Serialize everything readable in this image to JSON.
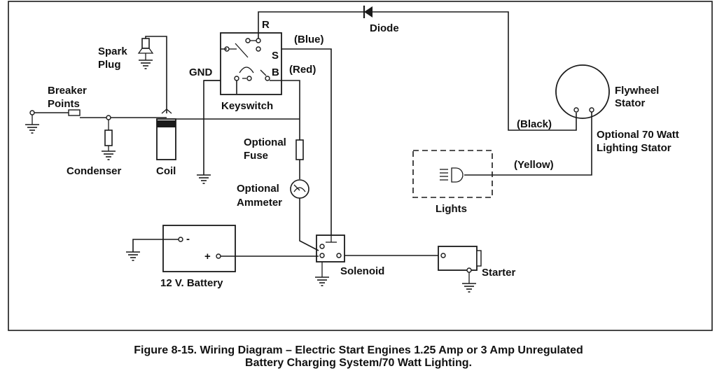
{
  "labels": {
    "diode": "Diode",
    "r": "R",
    "s": "S",
    "b": "B",
    "blue": "(Blue)",
    "red": "(Red)",
    "gnd": "GND",
    "keyswitch": "Keyswitch",
    "spark_plug_1": "Spark",
    "spark_plug_2": "Plug",
    "breaker_points_1": "Breaker",
    "breaker_points_2": "Points",
    "condenser": "Condenser",
    "coil": "Coil",
    "optional_fuse_1": "Optional",
    "optional_fuse_2": "Fuse",
    "optional_ammeter_1": "Optional",
    "optional_ammeter_2": "Ammeter",
    "battery_minus": "-",
    "battery_plus": "+",
    "battery": "12 V. Battery",
    "solenoid": "Solenoid",
    "starter": "Starter",
    "flywheel_stator_1": "Flywheel",
    "flywheel_stator_2": "Stator",
    "black": "(Black)",
    "lighting_stator_1": "Optional 70 Watt",
    "lighting_stator_2": "Lighting Stator",
    "yellow": "(Yellow)",
    "lights": "Lights"
  },
  "caption": {
    "line1": "Figure 8-15. Wiring Diagram – Electric Start Engines 1.25 Amp or 3 Amp Unregulated",
    "line2": "Battery Charging System/70 Watt Lighting."
  }
}
